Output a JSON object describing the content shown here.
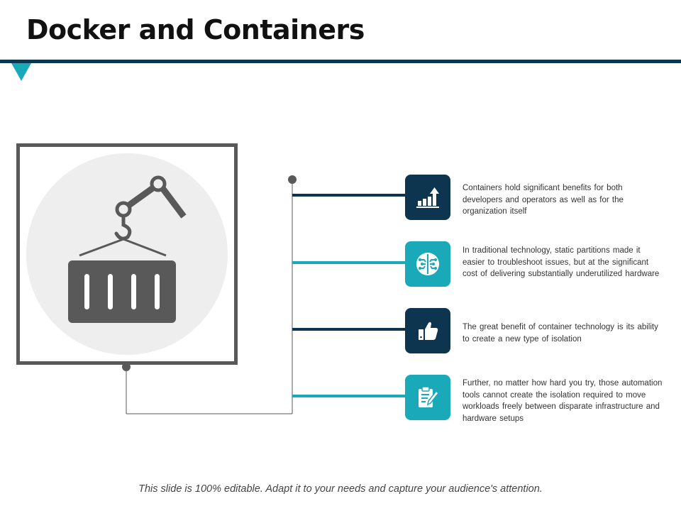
{
  "slide": {
    "title": "Docker and Containers",
    "footer": "This slide is 100% editable. Adapt it to your needs and capture your audience's attention.",
    "colors": {
      "dark": "#0d3550",
      "teal": "#1aa9b8",
      "gray": "#595959",
      "circle": "#eeeeee"
    }
  },
  "main_icon": "container-crane-icon",
  "items": [
    {
      "text": "Containers hold significant benefits for both developers and operators as well as for the organization itself",
      "icon": "bar-growth-icon",
      "color": "dark"
    },
    {
      "text": "In traditional technology, static partitions made it easier to troubleshoot issues, but at the significant cost of delivering substantially underutilized hardware",
      "icon": "circuit-brain-icon",
      "color": "teal"
    },
    {
      "text": "The great benefit of container technology is its ability to create a new type of isolation",
      "icon": "thumbs-up-icon",
      "color": "dark"
    },
    {
      "text": "Further, no matter how hard you try, those automation tools cannot create the isolation required to move workloads freely between disparate infrastructure and hardware setups",
      "icon": "clipboard-edit-icon",
      "color": "teal"
    }
  ]
}
